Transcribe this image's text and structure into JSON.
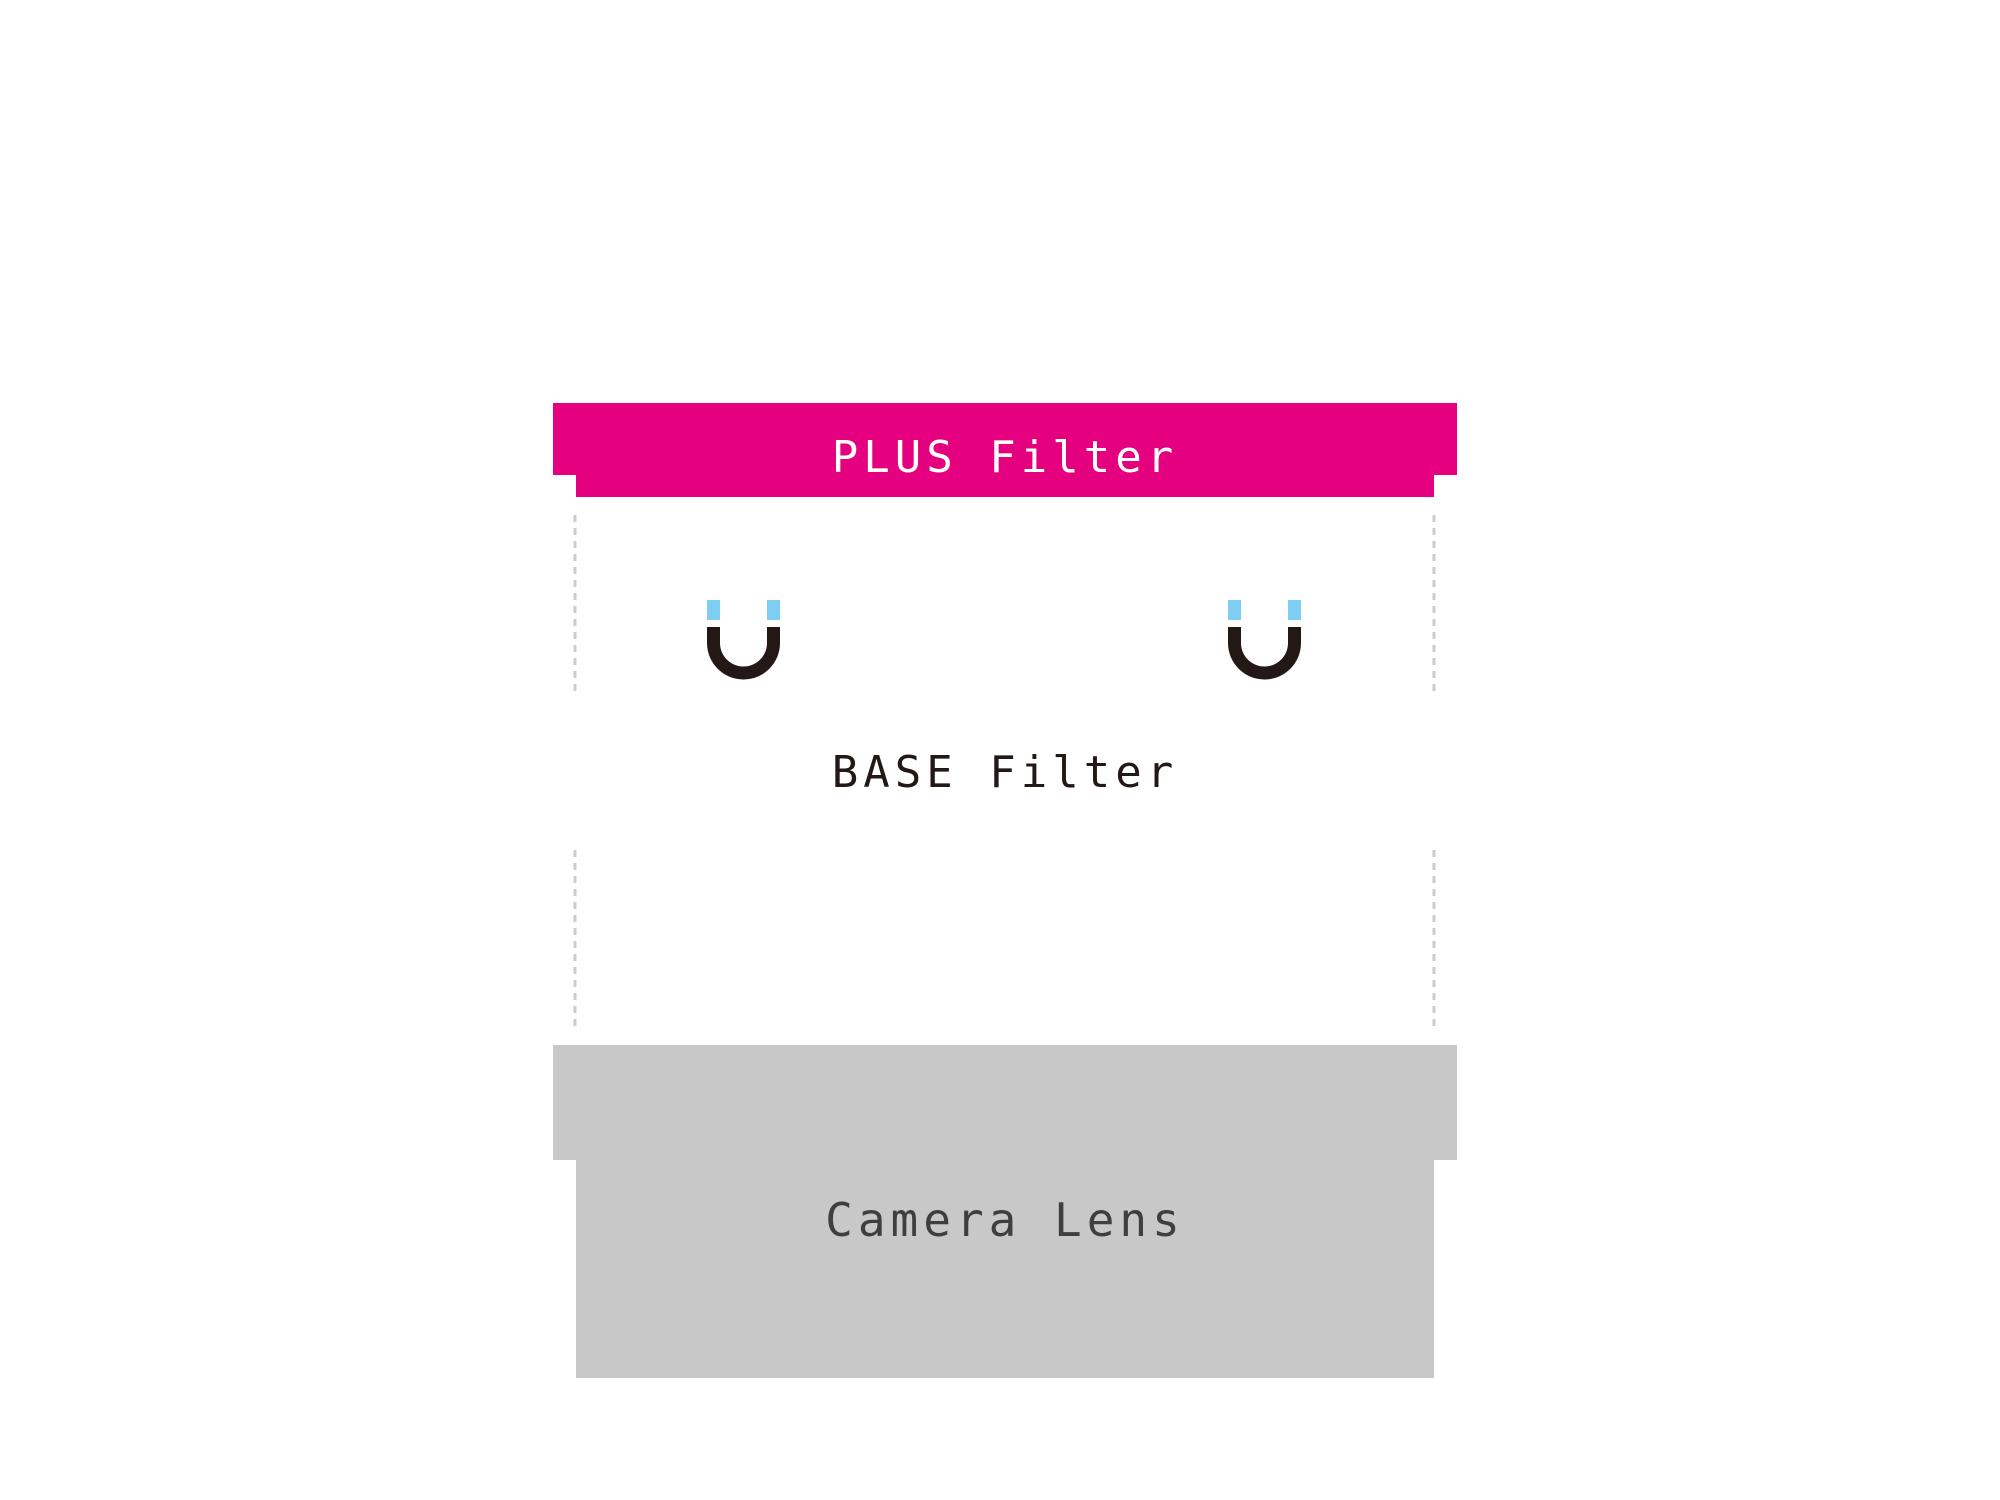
{
  "diagram": {
    "plus_filter": {
      "label": "PLUS Filter",
      "color": "#e4007f"
    },
    "base_filter": {
      "label": "BASE Filter",
      "outline_color": "#cccccc",
      "magnets": [
        {
          "icon": "magnet-icon",
          "pole_color": "#7ecef4",
          "body_color": "#231816"
        },
        {
          "icon": "magnet-icon",
          "pole_color": "#7ecef4",
          "body_color": "#231816"
        }
      ]
    },
    "camera_lens": {
      "label": "Camera Lens",
      "color": "#c8c8c8"
    }
  }
}
